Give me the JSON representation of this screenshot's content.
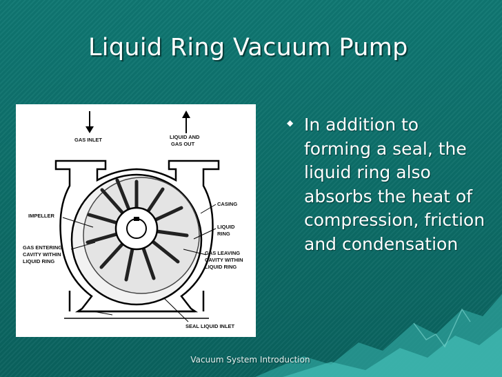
{
  "slide": {
    "title": "Liquid Ring Vacuum Pump",
    "bullet": "In addition to forming a seal, the liquid ring also absorbs the heat of compression, friction and condensation",
    "footer": "Vacuum System Introduction"
  },
  "diagram": {
    "labels": {
      "gas_inlet": "GAS INLET",
      "liquid_and": "LIQUID AND",
      "gas_out": "GAS OUT",
      "casing": "CASING",
      "impeller": "IMPELLER",
      "liquid": "LIQUID",
      "ring": "RING",
      "gas_entering": "GAS ENTERING",
      "cavity_within_1": "CAVITY WITHIN",
      "liquid_ring_1": "LIQUID RING",
      "gas_leaving": "GAS LEAVING",
      "cavity_within_2": "CAVITY WITHIN",
      "liquid_ring_2": "LIQUID RING",
      "seal_liquid_inlet": "SEAL LIQUID INLET"
    }
  },
  "colors": {
    "background": "#0d6f6a",
    "text": "#ffffff",
    "mountain": "#3fb3ad"
  },
  "icons": {
    "bullet": "diamond-bullet-icon"
  }
}
